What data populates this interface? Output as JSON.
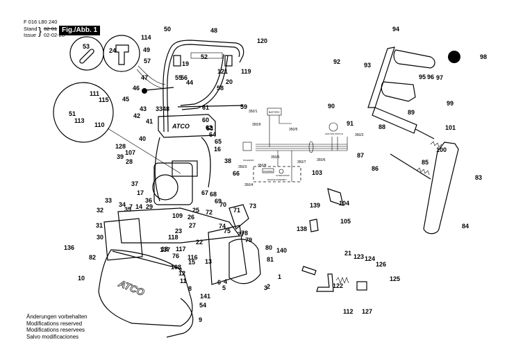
{
  "header": {
    "document_number": "F 016 L80 240",
    "stand_label": "Stand",
    "issue_label": "Issue",
    "stand_value": "02-01",
    "issue_value": "02-02-28",
    "figure_badge": "Fig./Abb. 1"
  },
  "footer": {
    "notes": [
      "Änderungen vorbehalten",
      "Modifications reserved",
      "Modifications reservees",
      "Salvo modificaciones"
    ]
  },
  "brand_text": "ATCO",
  "wiring": {
    "battery": "BATTERY",
    "solenoid": "SOLENOID",
    "starter": "STARTER",
    "alternator": "ALTERNATOR",
    "engine_assembly": "ENGINE ASSEMBLY",
    "ignition_switch": "IGNITION SWITCH",
    "refs": [
      "350/1",
      "350/9",
      "350/5",
      "350/2",
      "350/3",
      "350/5",
      "350/8",
      "350/7",
      "350/6",
      "350/4"
    ]
  },
  "callouts": [
    {
      "id": "53"
    },
    {
      "id": "24"
    },
    {
      "id": "114"
    },
    {
      "id": "50"
    },
    {
      "id": "48"
    },
    {
      "id": "120"
    },
    {
      "id": "49"
    },
    {
      "id": "52"
    },
    {
      "id": "19"
    },
    {
      "id": "57"
    },
    {
      "id": "121"
    },
    {
      "id": "20"
    },
    {
      "id": "119"
    },
    {
      "id": "47"
    },
    {
      "id": "56"
    },
    {
      "id": "55"
    },
    {
      "id": "44"
    },
    {
      "id": "58"
    },
    {
      "id": "46"
    },
    {
      "id": "45"
    },
    {
      "id": "43"
    },
    {
      "id": "3348"
    },
    {
      "id": "61"
    },
    {
      "id": "59"
    },
    {
      "id": "42"
    },
    {
      "id": "60"
    },
    {
      "id": "41"
    },
    {
      "id": "62"
    },
    {
      "id": "63"
    },
    {
      "id": "64"
    },
    {
      "id": "40"
    },
    {
      "id": "65"
    },
    {
      "id": "128"
    },
    {
      "id": "107"
    },
    {
      "id": "16"
    },
    {
      "id": "39"
    },
    {
      "id": "38"
    },
    {
      "id": "28"
    },
    {
      "id": "66"
    },
    {
      "id": "37"
    },
    {
      "id": "17"
    },
    {
      "id": "67"
    },
    {
      "id": "68"
    },
    {
      "id": "69"
    },
    {
      "id": "70"
    },
    {
      "id": "71"
    },
    {
      "id": "73"
    },
    {
      "id": "72"
    },
    {
      "id": "25"
    },
    {
      "id": "109"
    },
    {
      "id": "26"
    },
    {
      "id": "27"
    },
    {
      "id": "74"
    },
    {
      "id": "75"
    },
    {
      "id": "33"
    },
    {
      "id": "34"
    },
    {
      "id": "7"
    },
    {
      "id": "14"
    },
    {
      "id": "29"
    },
    {
      "id": "36"
    },
    {
      "id": "32"
    },
    {
      "id": "35"
    },
    {
      "id": "31"
    },
    {
      "id": "30"
    },
    {
      "id": "118"
    },
    {
      "id": "23"
    },
    {
      "id": "22"
    },
    {
      "id": "76"
    },
    {
      "id": "117"
    },
    {
      "id": "116"
    },
    {
      "id": "18"
    },
    {
      "id": "137"
    },
    {
      "id": "136"
    },
    {
      "id": "82"
    },
    {
      "id": "15"
    },
    {
      "id": "108"
    },
    {
      "id": "13"
    },
    {
      "id": "12"
    },
    {
      "id": "11"
    },
    {
      "id": "10"
    },
    {
      "id": "8"
    },
    {
      "id": "141"
    },
    {
      "id": "6"
    },
    {
      "id": "5"
    },
    {
      "id": "4"
    },
    {
      "id": "3"
    },
    {
      "id": "2"
    },
    {
      "id": "1"
    },
    {
      "id": "77"
    },
    {
      "id": "78"
    },
    {
      "id": "79"
    },
    {
      "id": "140"
    },
    {
      "id": "80"
    },
    {
      "id": "81"
    },
    {
      "id": "54"
    },
    {
      "id": "9"
    },
    {
      "id": "94"
    },
    {
      "id": "92"
    },
    {
      "id": "93"
    },
    {
      "id": "98"
    },
    {
      "id": "95"
    },
    {
      "id": "96"
    },
    {
      "id": "97"
    },
    {
      "id": "90"
    },
    {
      "id": "99"
    },
    {
      "id": "89"
    },
    {
      "id": "91"
    },
    {
      "id": "88"
    },
    {
      "id": "101"
    },
    {
      "id": "100"
    },
    {
      "id": "87"
    },
    {
      "id": "86"
    },
    {
      "id": "85"
    },
    {
      "id": "83"
    },
    {
      "id": "84"
    },
    {
      "id": "103"
    },
    {
      "id": "104"
    },
    {
      "id": "105"
    },
    {
      "id": "139"
    },
    {
      "id": "138"
    },
    {
      "id": "21"
    },
    {
      "id": "123"
    },
    {
      "id": "124"
    },
    {
      "id": "126"
    },
    {
      "id": "125"
    },
    {
      "id": "122"
    },
    {
      "id": "112"
    },
    {
      "id": "127"
    },
    {
      "id": "111"
    },
    {
      "id": "115"
    },
    {
      "id": "51"
    },
    {
      "id": "113"
    },
    {
      "id": "110"
    }
  ]
}
